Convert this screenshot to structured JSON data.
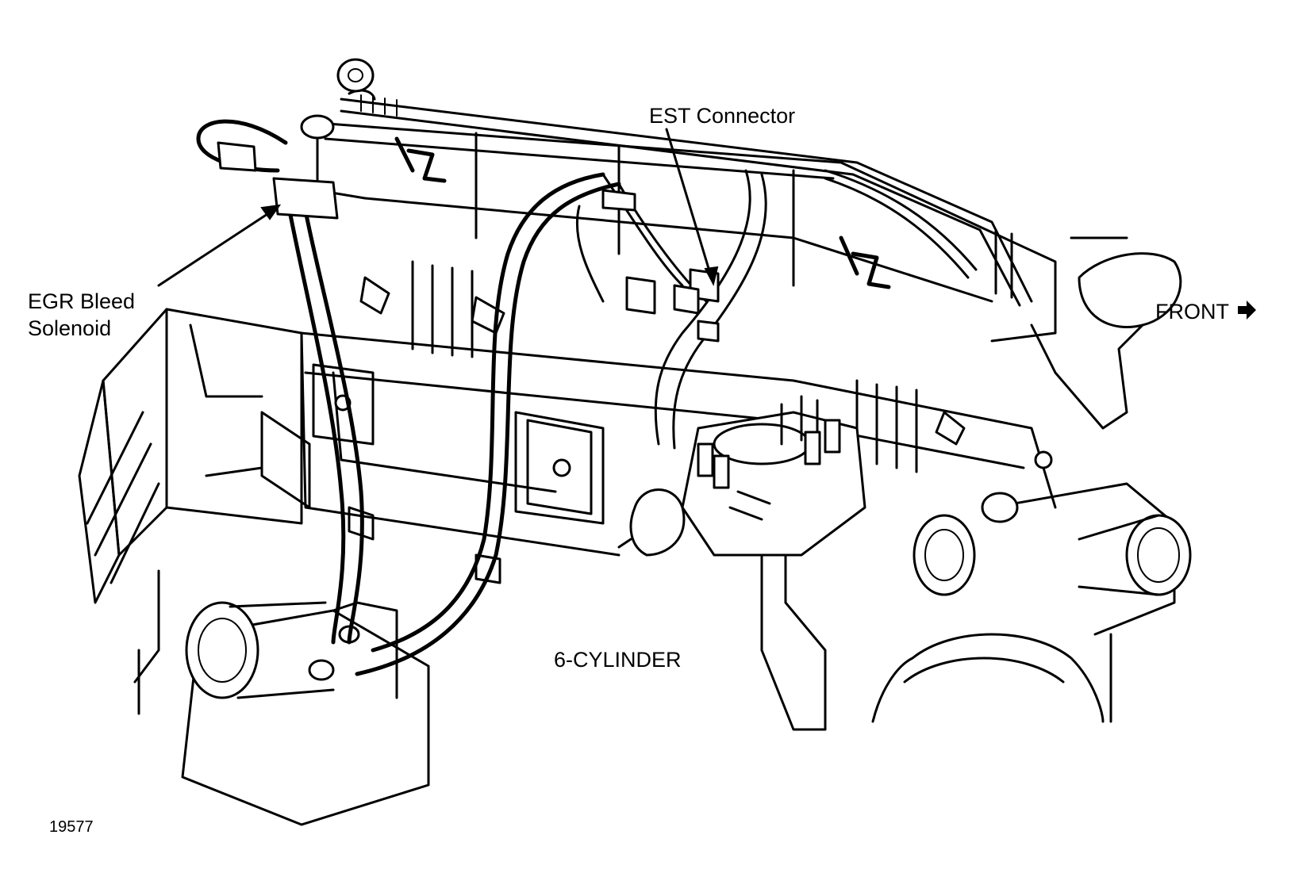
{
  "diagram": {
    "labels": {
      "est_connector": "EST Connector",
      "egr_line1": "EGR Bleed",
      "egr_line2": "Solenoid",
      "front": "FRONT",
      "engine": "6-CYLINDER",
      "figure_number": "19577"
    },
    "icons": {
      "front_arrow": "right-arrow-icon"
    },
    "colors": {
      "ink": "#000000",
      "paper": "#ffffff"
    }
  }
}
